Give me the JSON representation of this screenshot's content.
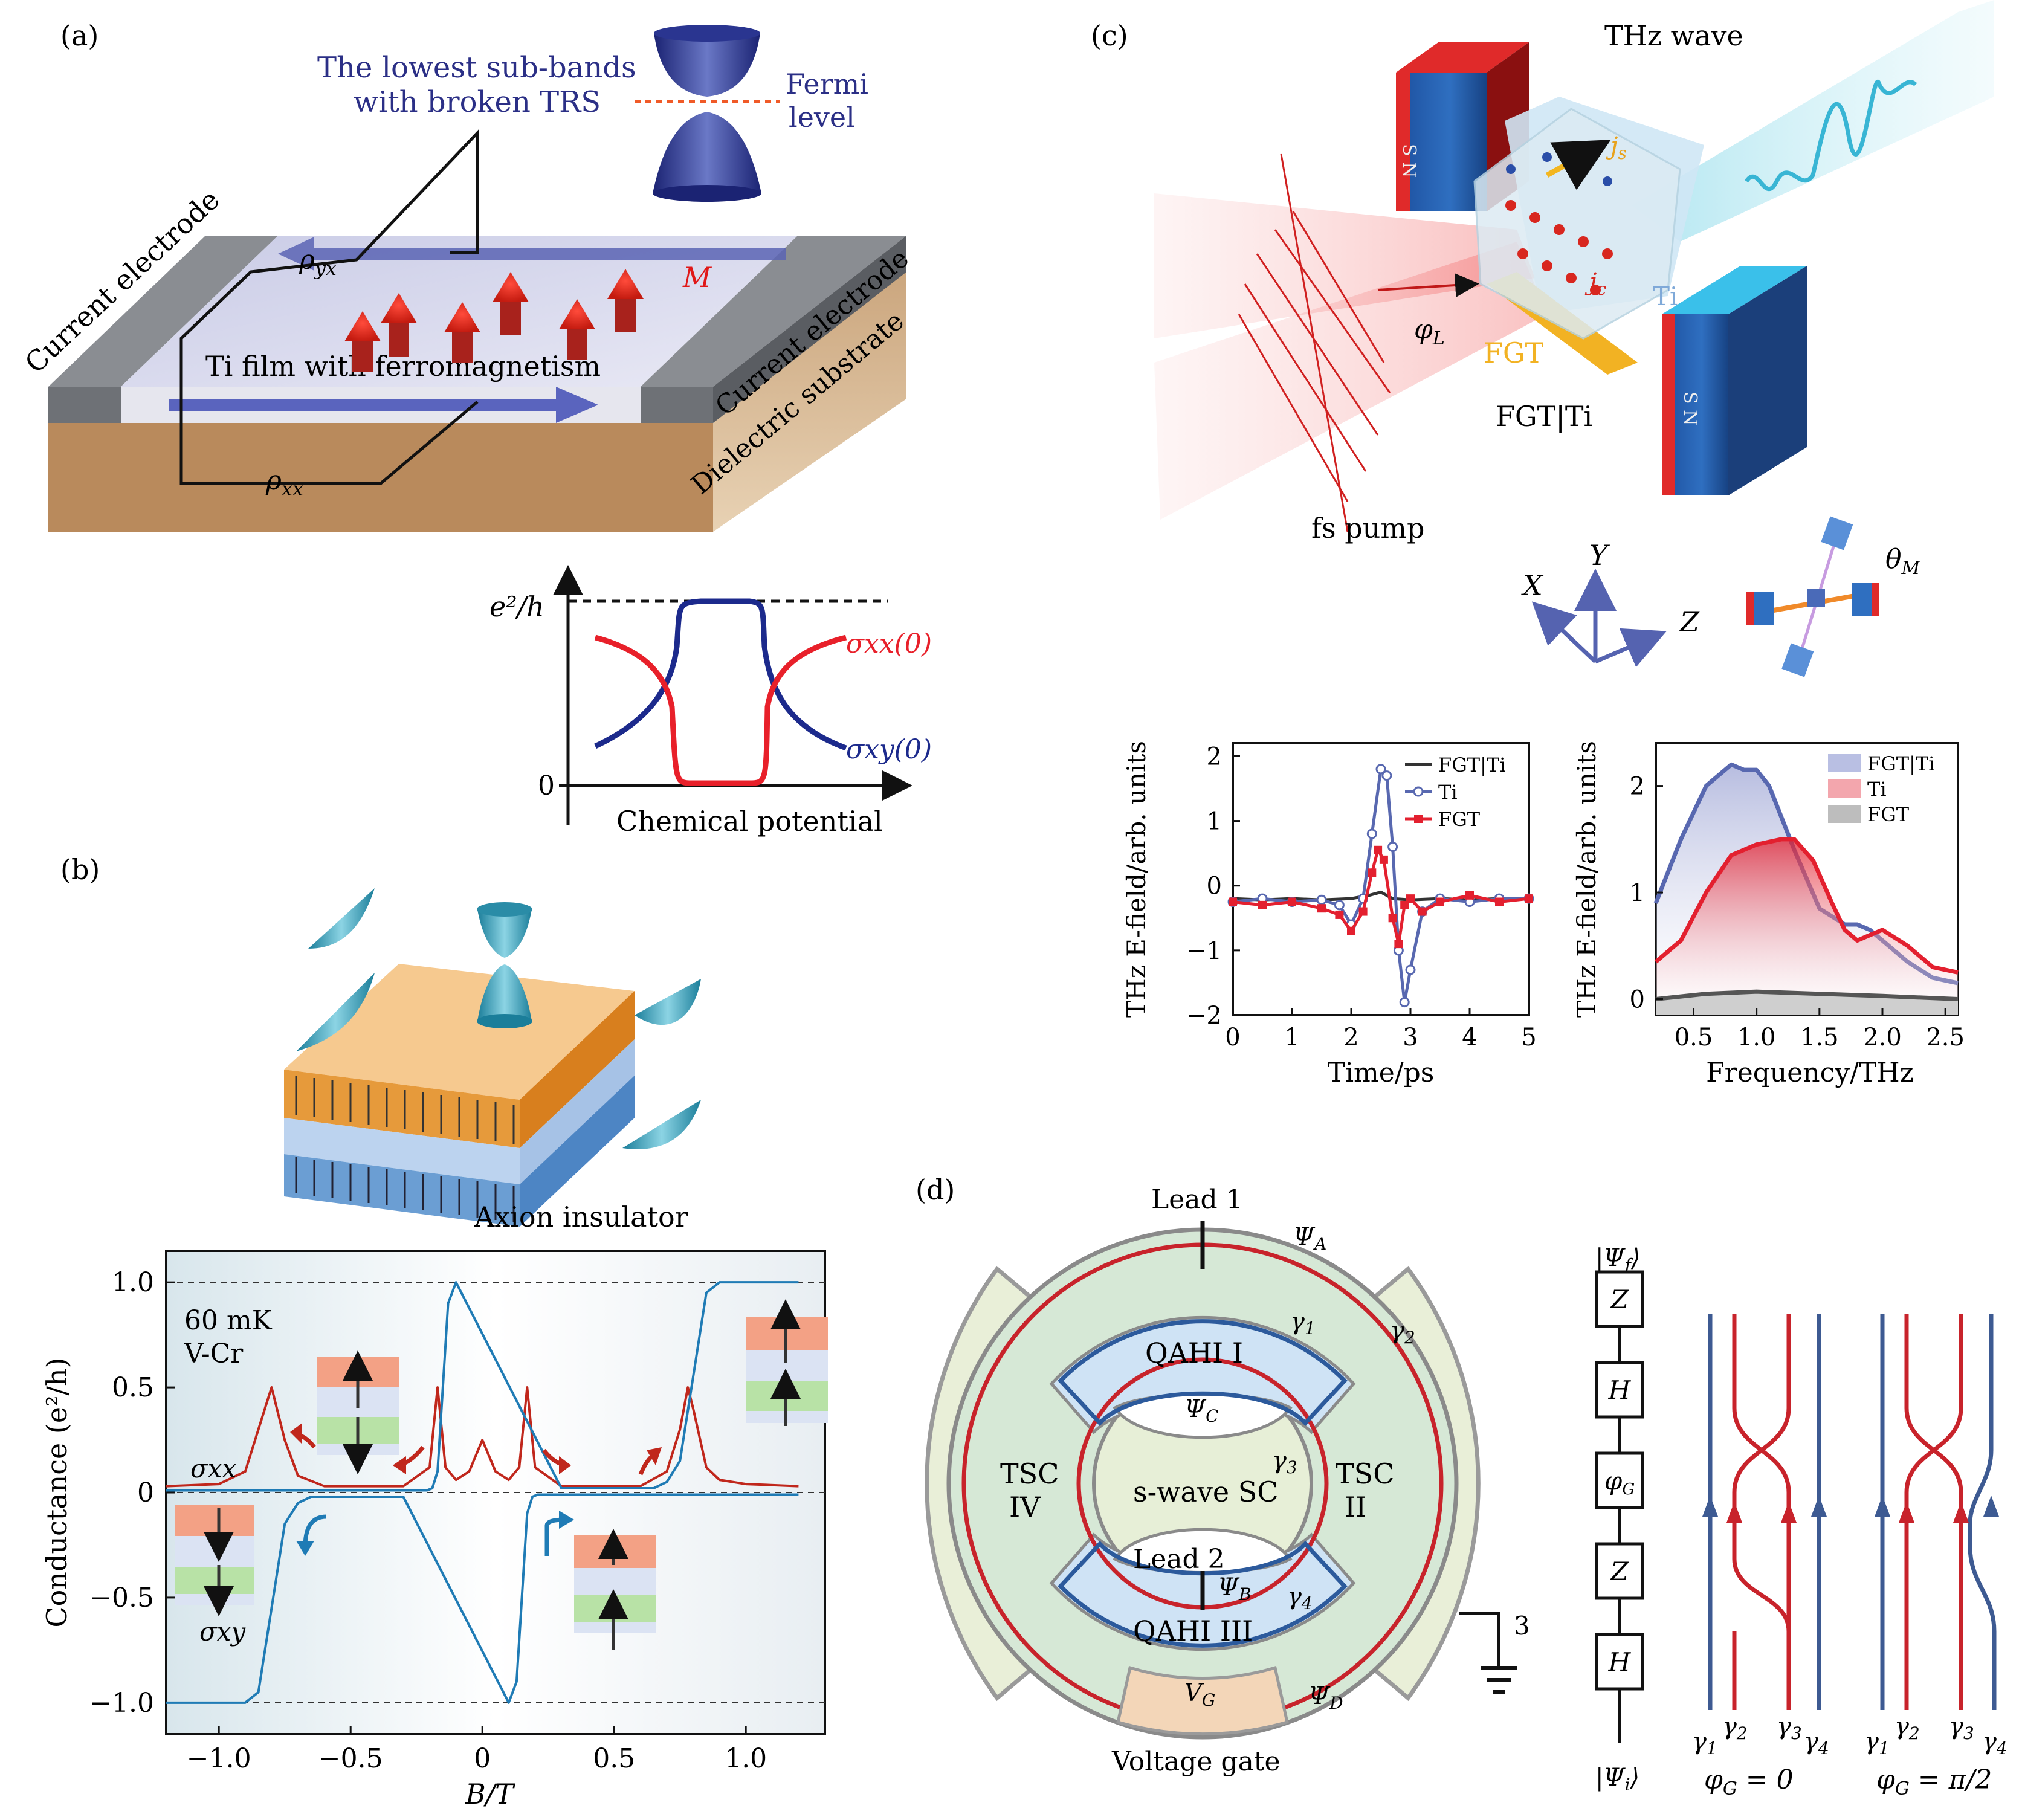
{
  "panel_a": {
    "label": "(a)",
    "subbands_line1": "The lowest sub-bands",
    "subbands_line2": "with broken TRS",
    "fermi_line1": "Fermi",
    "fermi_line2": "level",
    "rho_yx": "ρ",
    "rho_yx_sub": "yx",
    "rho_xx": "ρ",
    "rho_xx_sub": "xx",
    "magnetization": "M",
    "film_label": "Ti film with ferromagnetism",
    "current_left": "Current electrode",
    "current_right": "Current electrode",
    "substrate": "Dielectric substrate",
    "inset": {
      "y_top": "e²/h",
      "y_zero": "0",
      "xlabel": "Chemical potential",
      "sigma_xx": "σxx(0)",
      "sigma_xy": "σxy(0)",
      "colors": {
        "sigma_xx": "#e8202a",
        "sigma_xy": "#1c2a8c"
      }
    }
  },
  "panel_b": {
    "label": "(b)",
    "axion": "Axion insulator",
    "temp": "60 mK",
    "material": "V-Cr",
    "sigma_xx": "σxx",
    "sigma_xy": "σxy",
    "ylabel": "Conductance (e²/h)",
    "xlabel": "B/T",
    "colors": {
      "sigma_xx": "#c0271c",
      "sigma_xy": "#1f7bb5"
    },
    "chart_data": {
      "type": "line",
      "xlim": [
        -1.2,
        1.3
      ],
      "ylim": [
        -1.15,
        1.15
      ],
      "xticks": [
        "−1.0",
        "−0.5",
        "0",
        "0.5",
        "1.0"
      ],
      "xtick_values": [
        -1.0,
        -0.5,
        0,
        0.5,
        1.0
      ],
      "yticks": [
        "1.0",
        "0.5",
        "0",
        "−0.5",
        "−1.0"
      ],
      "ytick_values": [
        1.0,
        0.5,
        0,
        -0.5,
        -1.0
      ],
      "series": [
        {
          "name": "σxx",
          "x": [
            -1.2,
            -1.0,
            -0.9,
            -0.85,
            -0.8,
            -0.75,
            -0.7,
            -0.6,
            -0.3,
            -0.2,
            -0.17,
            -0.14,
            -0.1,
            -0.05,
            0,
            0.05,
            0.1,
            0.14,
            0.17,
            0.2,
            0.3,
            0.6,
            0.7,
            0.75,
            0.78,
            0.8,
            0.85,
            0.9,
            1.0,
            1.2
          ],
          "y": [
            0.03,
            0.04,
            0.1,
            0.3,
            0.5,
            0.25,
            0.08,
            0.03,
            0.03,
            0.12,
            0.5,
            0.12,
            0.06,
            0.1,
            0.25,
            0.1,
            0.06,
            0.12,
            0.5,
            0.12,
            0.03,
            0.03,
            0.1,
            0.3,
            0.5,
            0.4,
            0.12,
            0.06,
            0.04,
            0.03
          ]
        },
        {
          "name": "σxy",
          "x": [
            -1.2,
            -0.9,
            -0.85,
            -0.8,
            -0.75,
            -0.7,
            -0.65,
            -0.6,
            -0.3,
            0.1,
            0.13,
            0.15,
            0.17,
            0.19,
            0.21,
            0.25,
            1.2
          ],
          "y": [
            -1.0,
            -1.0,
            -0.95,
            -0.55,
            -0.15,
            -0.05,
            -0.02,
            -0.02,
            -0.02,
            -1.0,
            -0.9,
            -0.5,
            -0.1,
            -0.02,
            -0.01,
            -0.01,
            -0.01
          ]
        },
        {
          "name": "σxy",
          "x": [
            -1.2,
            -0.25,
            -0.21,
            -0.19,
            -0.17,
            -0.15,
            -0.13,
            -0.1,
            0.3,
            0.6,
            0.65,
            0.7,
            0.75,
            0.8,
            0.85,
            0.9,
            1.2
          ],
          "y": [
            0.01,
            0.01,
            0.01,
            0.02,
            0.1,
            0.5,
            0.9,
            1.0,
            0.02,
            0.02,
            0.02,
            0.05,
            0.15,
            0.55,
            0.95,
            1.0,
            1.0
          ]
        }
      ]
    }
  },
  "panel_c": {
    "label": "(c)",
    "thz_wave": "THz wave",
    "fs_pump": "fs pump",
    "phi_L": "φL",
    "fgt": "FGT",
    "ti": "Ti",
    "fgt_ti": "FGT|Ti",
    "js": "js",
    "jc": "jc",
    "axis_x": "X",
    "axis_y": "Y",
    "axis_z": "Z",
    "theta_M": "θM",
    "magnet_label": "N S",
    "time_chart": {
      "ylabel": "THz E-field/arb. units",
      "xlabel": "Time/ps",
      "xticks": [
        "0",
        "1",
        "2",
        "3",
        "4",
        "5"
      ],
      "yticks": [
        "2",
        "1",
        "0",
        "−1",
        "−2"
      ],
      "legend": [
        "FGT|Ti",
        "Ti",
        "FGT"
      ],
      "colors": {
        "FGT|Ti": "#333333",
        "Ti": "#5868b0",
        "FGT": "#e3202f"
      },
      "chart_data": {
        "type": "line",
        "xlim": [
          0,
          5
        ],
        "ylim": [
          -2,
          2.2
        ],
        "series": [
          {
            "name": "FGT|Ti",
            "x": [
              0,
              0.5,
              1,
              1.5,
              2,
              2.3,
              2.5,
              2.7,
              3,
              3.5,
              4,
              4.5,
              5
            ],
            "y": [
              -0.2,
              -0.22,
              -0.2,
              -0.22,
              -0.2,
              -0.15,
              -0.1,
              -0.2,
              -0.22,
              -0.2,
              -0.22,
              -0.2,
              -0.2
            ]
          },
          {
            "name": "Ti",
            "x": [
              0,
              0.5,
              1,
              1.5,
              1.8,
              2.0,
              2.2,
              2.35,
              2.5,
              2.6,
              2.7,
              2.8,
              2.9,
              3.0,
              3.2,
              3.5,
              4,
              4.5,
              5
            ],
            "y": [
              -0.25,
              -0.2,
              -0.25,
              -0.22,
              -0.3,
              -0.6,
              -0.2,
              0.8,
              1.8,
              1.7,
              0.6,
              -1.0,
              -1.8,
              -1.3,
              -0.4,
              -0.2,
              -0.25,
              -0.2,
              -0.2
            ]
          },
          {
            "name": "FGT",
            "x": [
              0,
              0.5,
              1,
              1.5,
              1.8,
              2.0,
              2.2,
              2.35,
              2.45,
              2.55,
              2.7,
              2.8,
              2.9,
              3.0,
              3.2,
              3.5,
              4,
              4.5,
              5
            ],
            "y": [
              -0.25,
              -0.3,
              -0.25,
              -0.35,
              -0.45,
              -0.7,
              -0.4,
              0.2,
              0.55,
              0.4,
              -0.5,
              -0.9,
              -0.3,
              -0.2,
              -0.4,
              -0.25,
              -0.15,
              -0.25,
              -0.2
            ]
          }
        ]
      }
    },
    "freq_chart": {
      "ylabel": "THz E-field/arb. units",
      "xlabel": "Frequency/THz",
      "xticks": [
        "0.5",
        "1.0",
        "1.5",
        "2.0",
        "2.5"
      ],
      "yticks": [
        "2",
        "1",
        "0"
      ],
      "legend": [
        "FGT|Ti",
        "Ti",
        "FGT"
      ],
      "colors": {
        "FGT|Ti": "#5868b0",
        "Ti": "#e3202f",
        "FGT": "#555555"
      },
      "chart_data": {
        "type": "area",
        "xlim": [
          0.2,
          2.6
        ],
        "ylim": [
          -0.15,
          2.4
        ],
        "series": [
          {
            "name": "FGT|Ti",
            "x": [
              0.2,
              0.4,
              0.6,
              0.8,
              0.9,
              1.0,
              1.1,
              1.3,
              1.5,
              1.7,
              1.8,
              1.9,
              2.0,
              2.2,
              2.4,
              2.6
            ],
            "y": [
              0.9,
              1.5,
              2.0,
              2.2,
              2.15,
              2.15,
              2.0,
              1.4,
              0.85,
              0.7,
              0.7,
              0.65,
              0.55,
              0.35,
              0.2,
              0.15
            ]
          },
          {
            "name": "Ti",
            "x": [
              0.2,
              0.4,
              0.6,
              0.8,
              1.0,
              1.2,
              1.3,
              1.45,
              1.6,
              1.7,
              1.8,
              1.9,
              2.0,
              2.2,
              2.4,
              2.6
            ],
            "y": [
              0.35,
              0.55,
              1.0,
              1.35,
              1.45,
              1.5,
              1.5,
              1.3,
              0.9,
              0.65,
              0.55,
              0.6,
              0.65,
              0.5,
              0.3,
              0.25
            ]
          },
          {
            "name": "FGT",
            "x": [
              0.2,
              0.6,
              1.0,
              1.5,
              2.0,
              2.6
            ],
            "y": [
              0.0,
              0.05,
              0.07,
              0.05,
              0.03,
              0.0
            ]
          }
        ]
      }
    }
  },
  "panel_d": {
    "label": "(d)",
    "lead1": "Lead 1",
    "lead2": "Lead 2",
    "qahi1": "QAHI I",
    "qahi3": "QAHI III",
    "tsc_left1": "TSC",
    "tsc_left2": "IV",
    "tsc_right1": "TSC",
    "tsc_right2": "II",
    "swave": "s-wave SC",
    "psi_A": "ΨA",
    "psi_B": "ΨB",
    "psi_C": "ΨC",
    "psi_D": "ΨD",
    "gamma1": "γ1",
    "gamma2": "γ2",
    "gamma3": "γ3",
    "gamma4": "γ4",
    "vg": "VG",
    "voltage_gate": "Voltage gate",
    "ground_num": "3",
    "psi_f": "|Ψf⟩",
    "psi_i": "|Ψi⟩",
    "gates": [
      "Z",
      "H",
      "φG",
      "Z",
      "H"
    ],
    "braid_labels": [
      "γ1",
      "γ2",
      "γ3",
      "γ4"
    ],
    "phi0": "φG = 0",
    "phi_pi2": "φG = π/2"
  }
}
